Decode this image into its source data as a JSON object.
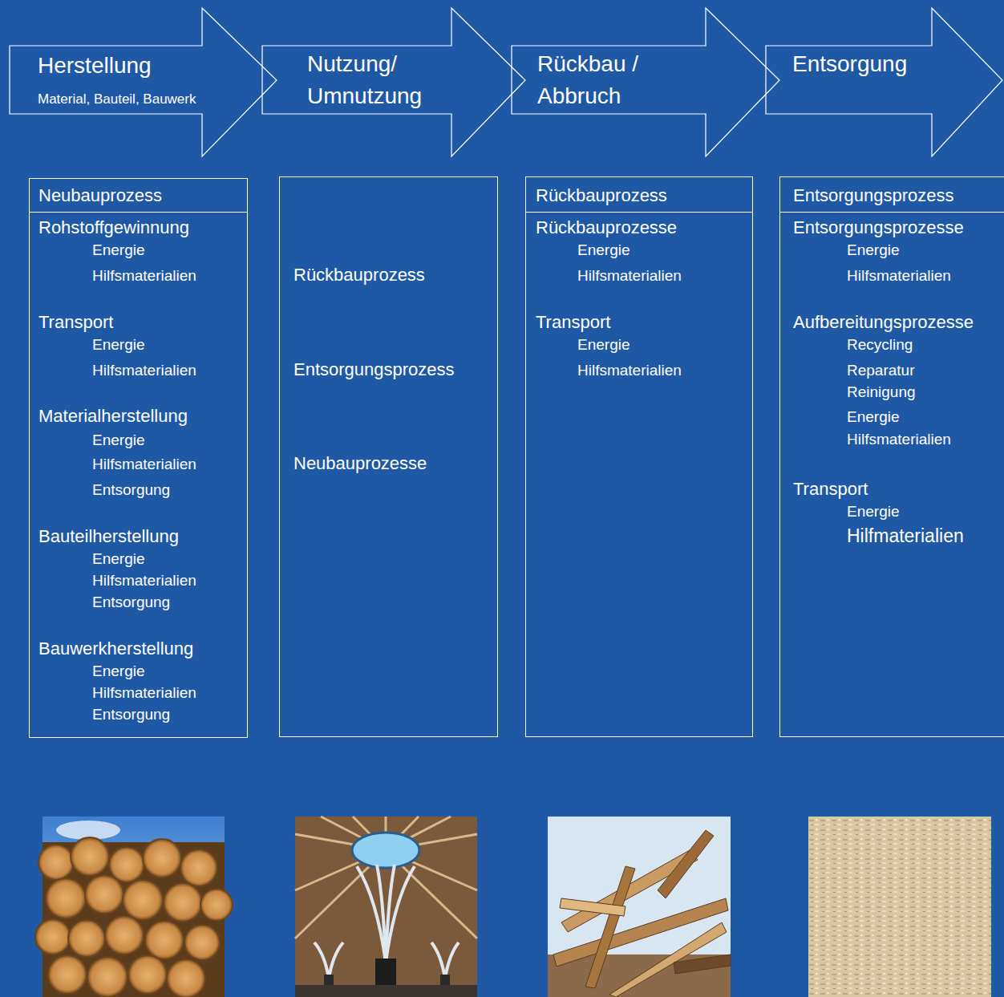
{
  "diagram": {
    "nodes": [
      {
        "text": [
          "Herstellung",
          "Material, Bauteil, Bauwerk"
        ]
      },
      {
        "text": [
          "Nutzung/ Umnutzung"
        ]
      },
      {
        "text": [
          "Rückbau / Abbruch"
        ]
      },
      {
        "text": [
          "Entsorgung"
        ]
      },
      {
        "text": [
          "Neubauprozess",
          "Rohstoffgewinnung",
          "Energie",
          "Hilfsmaterialien",
          "Transport",
          "Energie",
          "Hilfsmaterialien",
          "Materialherstellung",
          "Energie",
          "Hilfsmaterialien",
          "Entsorgung",
          "Bauteilherstellung",
          "Energie",
          "Hilfsmaterialien",
          "Entsorgung",
          "Bauwerkherstellung",
          "Energie",
          "Hilfsmaterialien",
          "Entsorgung"
        ]
      },
      {
        "text": [
          "Rückbauprozess",
          "Entsorgungsprozess",
          "Neubauprozesse"
        ]
      },
      {
        "text": [
          "Rückbauprozess",
          "Rückbauprozesse",
          "Energie",
          "Hilfsmaterialien",
          "Transport",
          "Energie",
          "Hilfsmaterialien"
        ]
      },
      {
        "text": [
          "Entsorgungsprozess",
          "Entsorgungsprozesse",
          "Energie",
          "Hilfsmaterialien",
          "Aufbereitungsprozesse",
          "Recycling",
          "Reparatur",
          "Reinigung",
          "Energie",
          "Hilfsmaterialien",
          "Transport",
          "Energie",
          "Hilfmaterialien"
        ]
      }
    ]
  }
}
